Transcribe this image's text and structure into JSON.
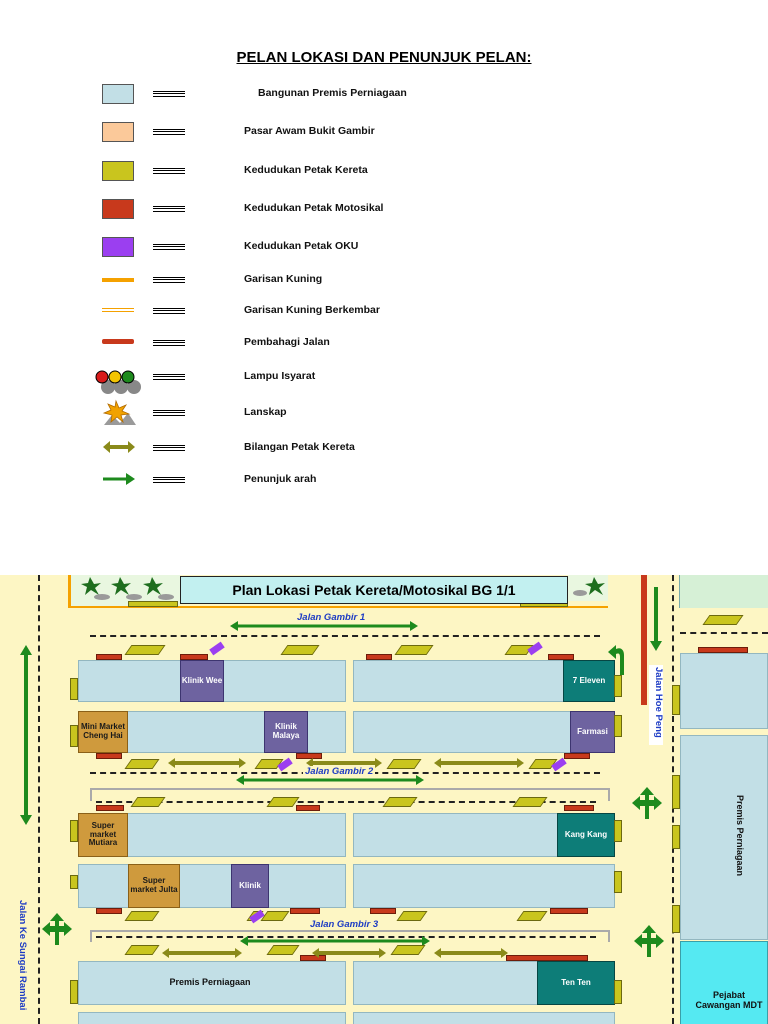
{
  "legend": {
    "title": "PELAN LOKASI DAN PENUNJUK PELAN:",
    "items": [
      {
        "label": "Bangunan Premis Perniagaan",
        "symbol": "box",
        "color": "#c2dfe6"
      },
      {
        "label": "Pasar Awam Bukit Gambir",
        "symbol": "box",
        "color": "#fbc99a"
      },
      {
        "label": "Kedudukan Petak Kereta",
        "symbol": "box",
        "color": "#c9c51e"
      },
      {
        "label": "Kedudukan Petak Motosikal",
        "symbol": "box",
        "color": "#c8391c"
      },
      {
        "label": "Kedudukan Petak OKU",
        "symbol": "box",
        "color": "#9b3ff0"
      },
      {
        "label": "Garisan Kuning",
        "symbol": "line",
        "color": "#f5a100"
      },
      {
        "label": "Garisan Kuning Berkembar",
        "symbol": "double-line",
        "color": "#f5a100"
      },
      {
        "label": "Pembahagi Jalan",
        "symbol": "divider",
        "color": "#c8391c"
      },
      {
        "label": "Lampu Isyarat",
        "symbol": "traffic-light-icon"
      },
      {
        "label": "Lanskap",
        "symbol": "landscape-icon"
      },
      {
        "label": "Bilangan Petak Kereta",
        "symbol": "double-arrow-icon",
        "color": "#8a8a1a"
      },
      {
        "label": "Penunjuk arah",
        "symbol": "arrow-icon",
        "color": "#1d8a1d"
      }
    ]
  },
  "map": {
    "title": "Plan Lokasi Petak Kereta/Motosikal  BG 1/1",
    "roads": {
      "gambir1": "Jalan Gambir 1",
      "gambir2": "Jalan Gambir 2",
      "gambir3": "Jalan Gambir 3",
      "hoe_peng": "Jalan Hoe Peng",
      "sungai_rambai": "Jalan Ke Sungai Rambai"
    },
    "shops": {
      "klinik_wee": "Klinik Wee",
      "seven_eleven": "7 Eleven",
      "mini_market": "Mini Market Cheng Hai",
      "klinik_malaya": "Klinik Malaya",
      "farmasi": "Farmasi",
      "super_mutiara": "Super market Mutiara",
      "kang_kang": "Kang Kang",
      "super_julta": "Super market Julta",
      "klinik": "Klinik",
      "premis_bawah": "Premis Perniagaan",
      "ten_ten": "Ten Ten",
      "premis_kanan": "Premis Perniagaan",
      "pejabat": "Pejabat Cawangan MDT"
    }
  }
}
